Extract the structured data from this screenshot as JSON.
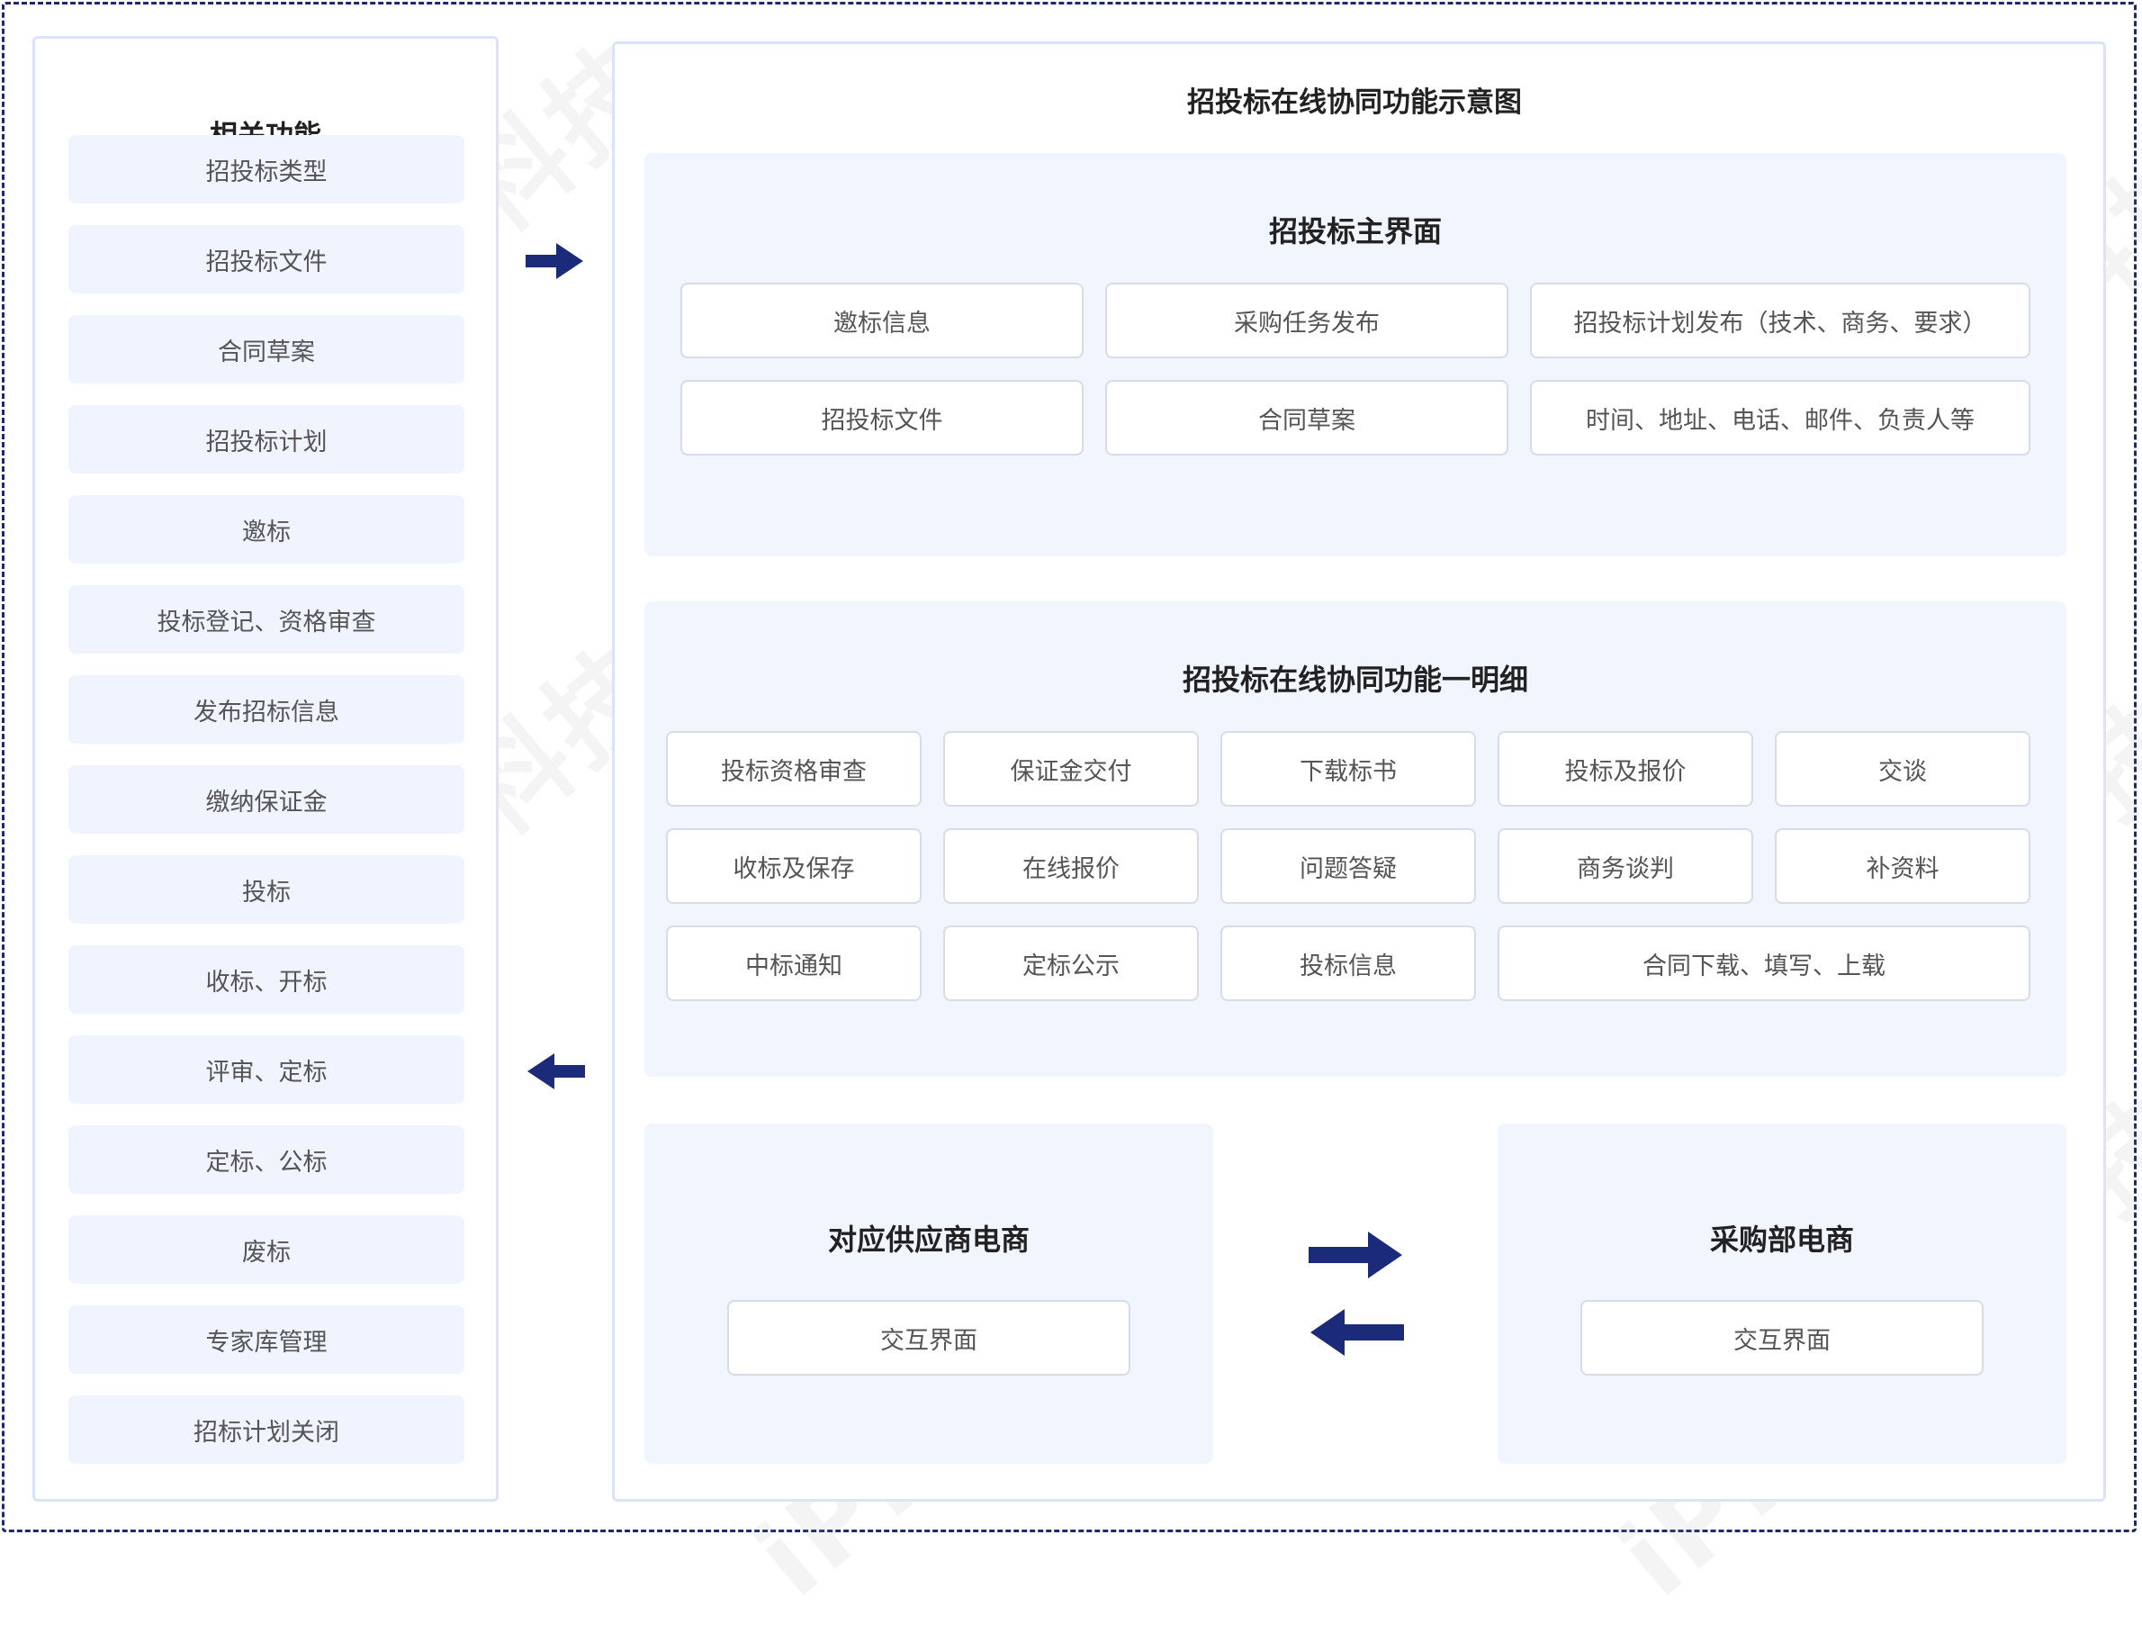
{
  "left": {
    "title": "相关功能",
    "items": [
      "招投标类型",
      "招投标文件",
      "合同草案",
      "招投标计划",
      "邀标",
      "投标登记、资格审查",
      "发布招标信息",
      "缴纳保证金",
      "投标",
      "收标、开标",
      "评审、定标",
      "定标、公标",
      "废标",
      "专家库管理",
      "招标计划关闭"
    ]
  },
  "diagram": {
    "title": "招投标在线协同功能示意图",
    "main": {
      "title": "招投标主界面",
      "items": [
        "邀标信息",
        "采购任务发布",
        "招投标计划发布（技术、商务、要求）",
        "招投标文件",
        "合同草案",
        "时间、地址、电话、邮件、负责人等"
      ]
    },
    "detail": {
      "title": "招投标在线协同功能一明细",
      "items": [
        "投标资格审查",
        "保证金交付",
        "下载标书",
        "投标及报价",
        "交谈",
        "收标及保存",
        "在线报价",
        "问题答疑",
        "商务谈判",
        "补资料",
        "中标通知",
        "定标公示",
        "投标信息",
        "合同下载、填写、上载"
      ]
    },
    "supplier": {
      "title": "对应供应商电商",
      "button": "交互界面"
    },
    "purchase": {
      "title": "采购部电商",
      "button": "交互界面"
    }
  },
  "watermark": "iPro程易科技",
  "colors": {
    "arrow": "#1c2a7a",
    "section_bg": "#f0f5fe",
    "border": "#dbe3fb",
    "dashed": "#1a2a6c"
  },
  "icons": [
    "arrow-right-icon",
    "arrow-left-icon"
  ]
}
